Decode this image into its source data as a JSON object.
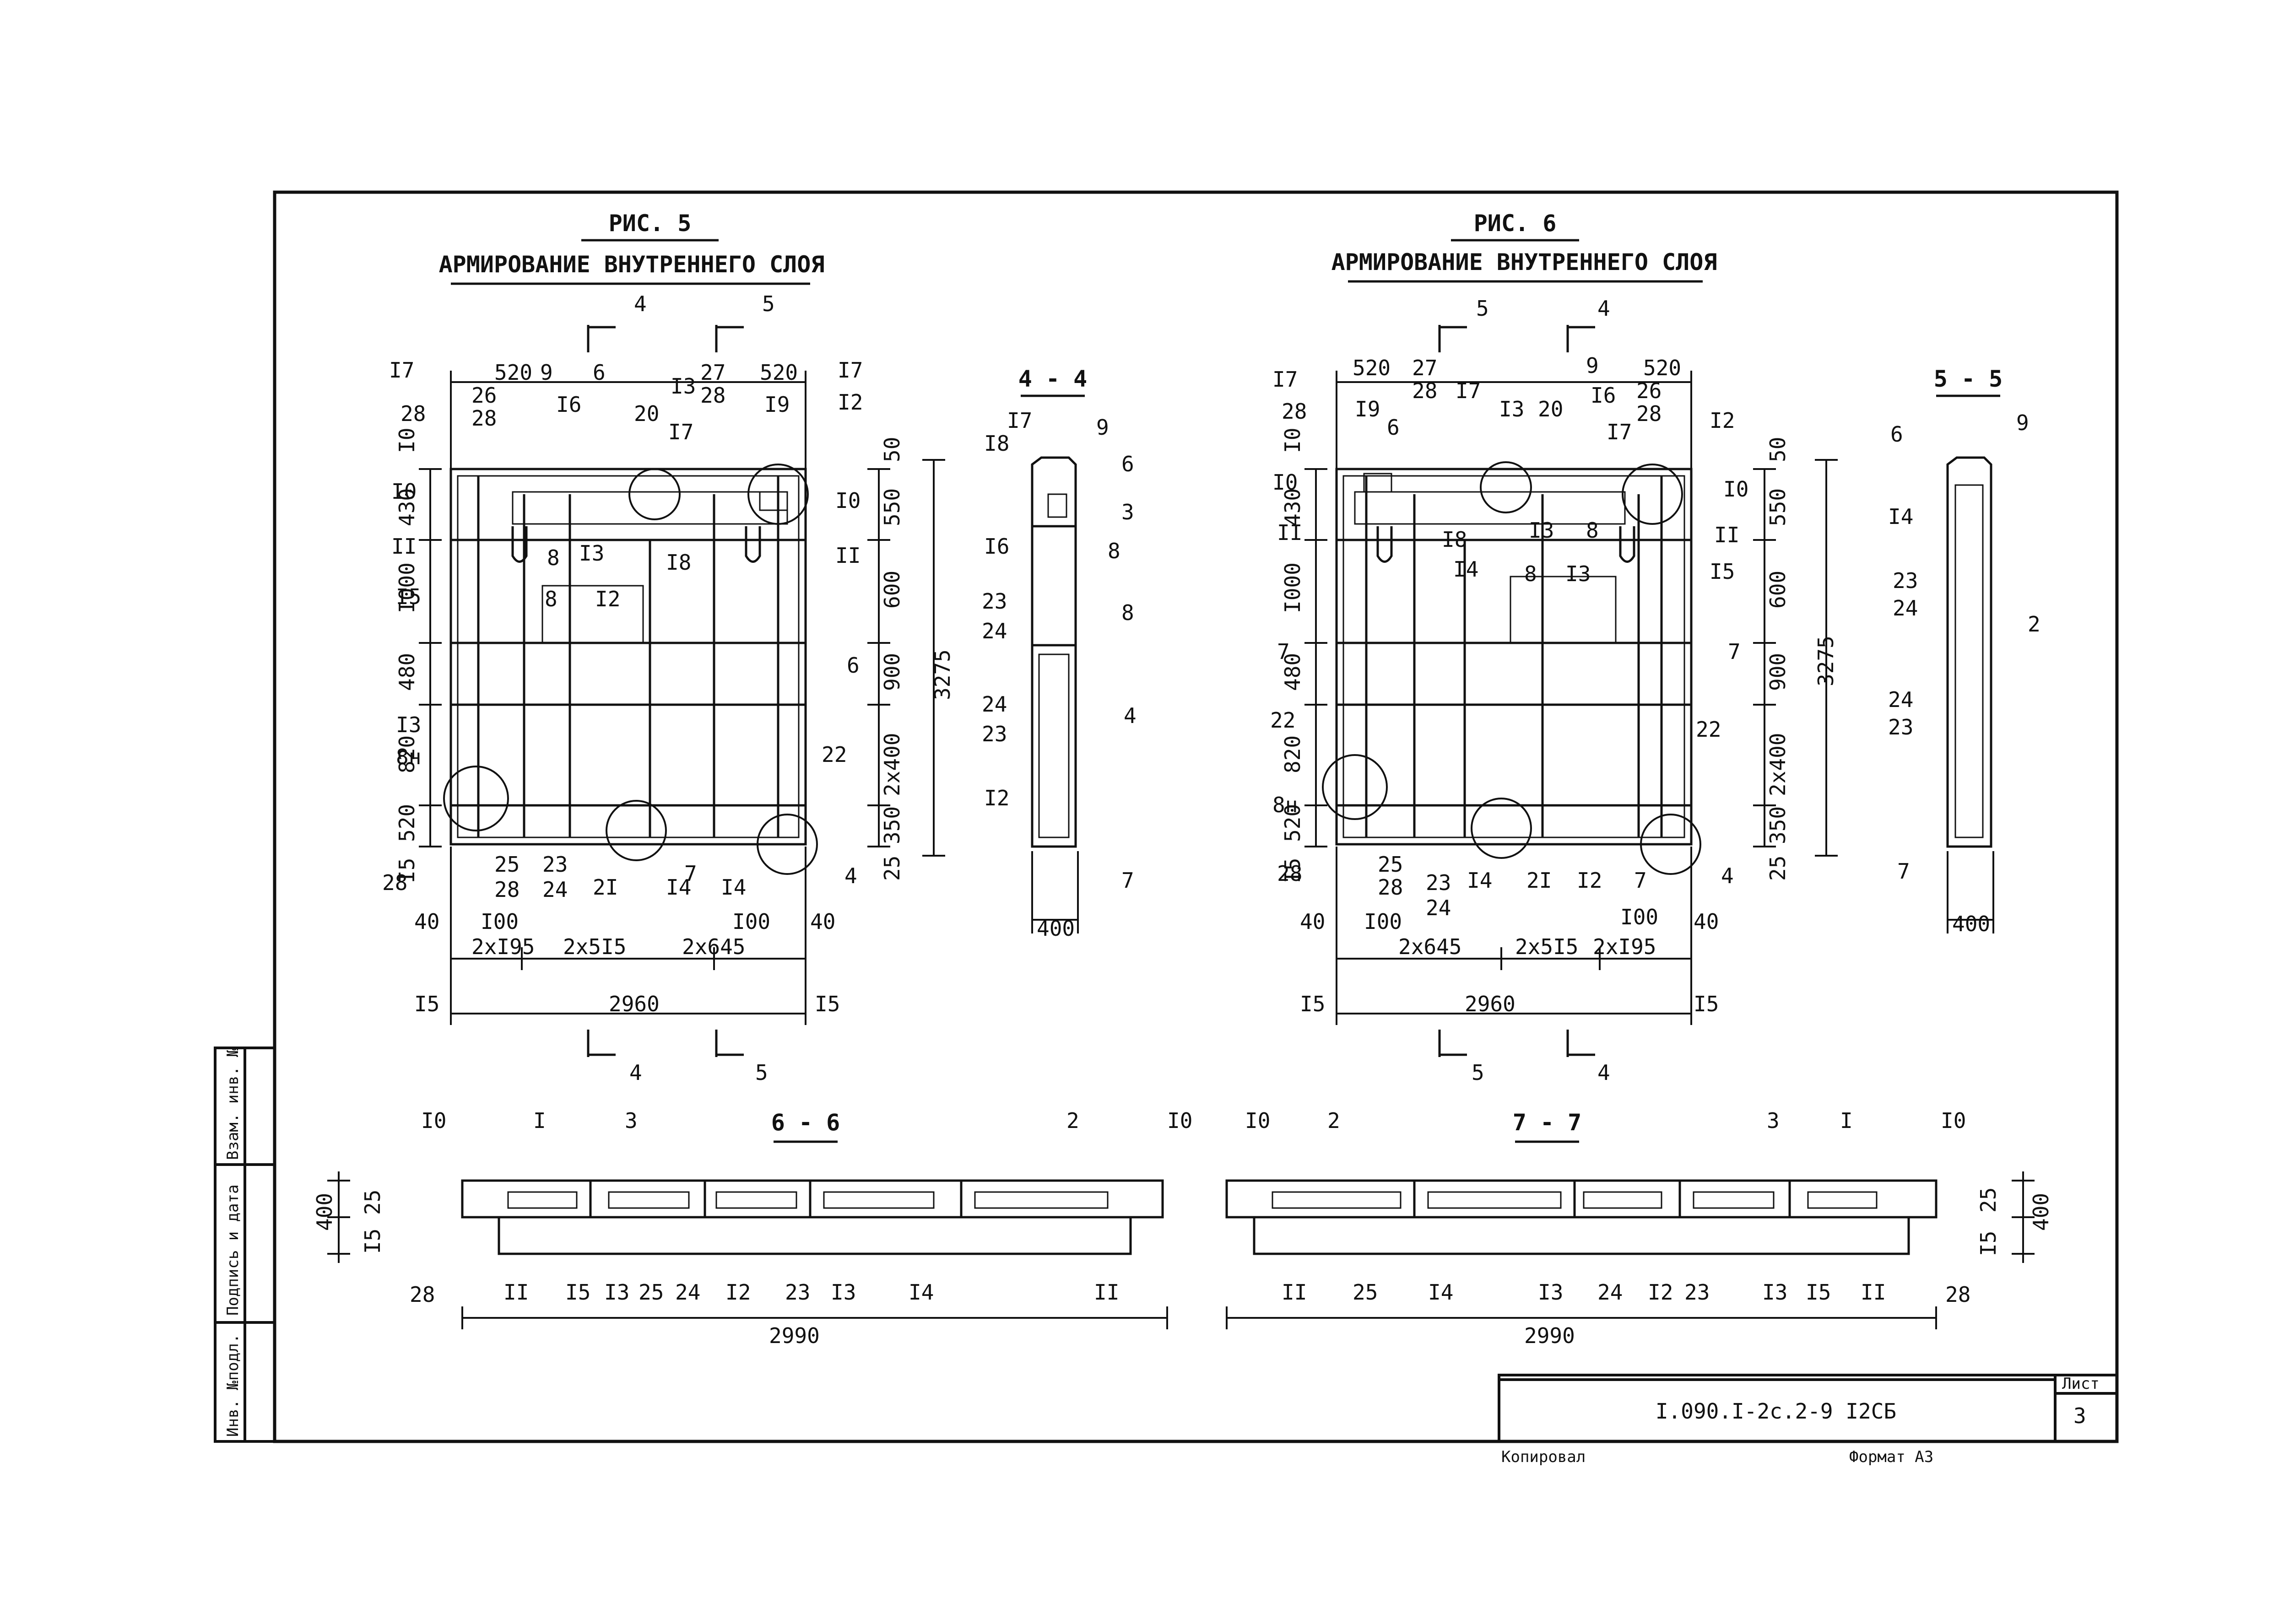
{
  "fig5": {
    "title": "РИС. 5",
    "subtitle": "АРМИРОВАНИЕ ВНУТРЕННЕГО СЛОЯ",
    "cut_left": "4",
    "cut_right": "5",
    "top_dims": [
      "520",
      "9",
      "6",
      "27",
      "520"
    ],
    "top_stack_a": [
      "26",
      "28"
    ],
    "top_stack_b": [
      "28"
    ],
    "left_dims": [
      "I0",
      "430",
      "I000",
      "480",
      "820",
      "520",
      "I5"
    ],
    "right_dims": [
      "50",
      "550",
      "600",
      "900",
      "2x400",
      "350",
      "25"
    ],
    "overall_height": "3275",
    "bottom_dims_a": [
      "2xI95",
      "2x5I5",
      "2x645"
    ],
    "edge_dims": [
      "40",
      "I00",
      "I00",
      "40"
    ],
    "overall_width": "2960",
    "side_dims": [
      "I5",
      "I5"
    ],
    "labels": [
      "I7",
      "28",
      "I0",
      "II",
      "I5",
      "I3",
      "8н",
      "28",
      "I6",
      "20",
      "I3",
      "I7",
      "I8",
      "8",
      "I3",
      "8",
      "I2",
      "I9",
      "I7",
      "I2",
      "I0",
      "II",
      "6",
      "22",
      "4",
      "25",
      "28",
      "23",
      "24",
      "2I",
      "I4",
      "7",
      "I4"
    ]
  },
  "sec44": {
    "title": "4 - 4",
    "labels": [
      "I7",
      "I8",
      "9",
      "6",
      "3",
      "I6",
      "8",
      "8",
      "23",
      "24",
      "24",
      "23",
      "4",
      "I2",
      "7"
    ],
    "width": "400"
  },
  "fig6": {
    "title": "РИС. 6",
    "subtitle": "АРМИРОВАНИЕ ВНУТРЕННЕГО СЛОЯ",
    "cut_left": "5",
    "cut_right": "4",
    "top_dims": [
      "520",
      "27",
      "9",
      "520"
    ],
    "top_stack_a": [
      "28"
    ],
    "top_stack_b": [
      "26",
      "28"
    ],
    "left_dims": [
      "I0",
      "430",
      "I000",
      "480",
      "820",
      "520",
      "I5"
    ],
    "right_dims": [
      "50",
      "550",
      "600",
      "900",
      "2x400",
      "350",
      "25"
    ],
    "overall_height": "3275",
    "bottom_dims_a": [
      "2x645",
      "2x5I5",
      "2xI95"
    ],
    "edge_dims": [
      "40",
      "I00",
      "I00",
      "40"
    ],
    "overall_width": "2960",
    "side_dims": [
      "I5",
      "I5"
    ],
    "labels": [
      "I7",
      "28",
      "I0",
      "II",
      "7",
      "22",
      "8н",
      "28",
      "I9",
      "6",
      "I7",
      "I3",
      "20",
      "I8",
      "I4",
      "I3",
      "8",
      "8",
      "I3",
      "I6",
      "I7",
      "I2",
      "I0",
      "II",
      "I5",
      "7",
      "22",
      "4",
      "25",
      "28",
      "23",
      "24",
      "I4",
      "2I",
      "I2",
      "7"
    ]
  },
  "sec55": {
    "title": "5 - 5",
    "labels": [
      "6",
      "9",
      "I4",
      "23",
      "24",
      "2",
      "24",
      "23",
      "7"
    ],
    "width": "400"
  },
  "sec66": {
    "title": "6 - 6",
    "top_labels": [
      "I0",
      "I",
      "3",
      "2",
      "I0"
    ],
    "bottom_labels": [
      "28",
      "II",
      "I5",
      "I3",
      "25",
      "24",
      "I2",
      "23",
      "I3",
      "I4",
      "II"
    ],
    "left_dims": [
      "400",
      "25",
      "I5"
    ],
    "width": "2990"
  },
  "sec77": {
    "title": "7 - 7",
    "top_labels": [
      "I0",
      "2",
      "3",
      "I",
      "I0"
    ],
    "bottom_labels": [
      "II",
      "25",
      "I4",
      "I3",
      "24",
      "I2",
      "23",
      "I3",
      "I5",
      "II",
      "28"
    ],
    "right_dims": [
      "25",
      "400",
      "I5"
    ],
    "width": "2990"
  },
  "stamp": {
    "side_labels": [
      "Инв. №подл.",
      "Подпись и дата",
      "Взам. инв. №"
    ],
    "code": "I.090.I-2с.2-9 I2СБ",
    "sheet_label": "Лист",
    "sheet_no": "3",
    "footer_left": "Копировал",
    "footer_right": "Формат А3"
  }
}
